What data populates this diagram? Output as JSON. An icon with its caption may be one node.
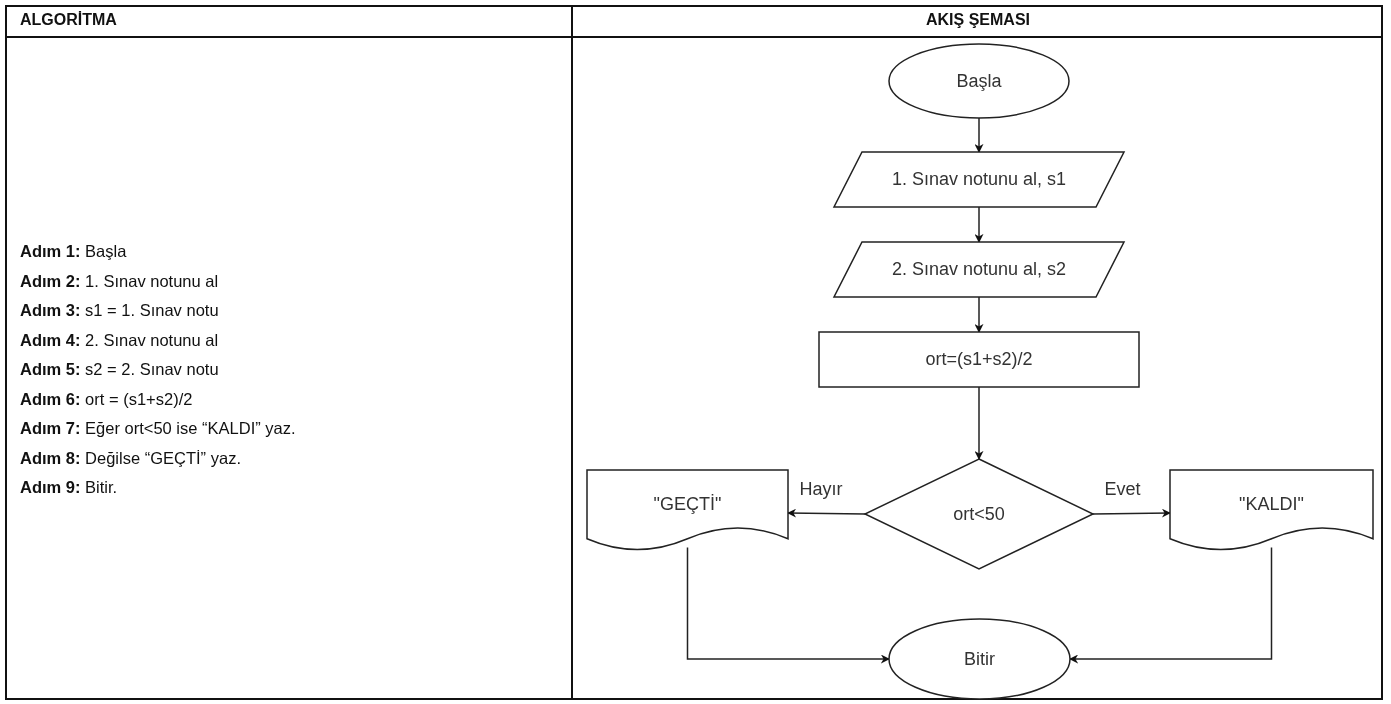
{
  "diagram": {
    "nodes": [
      {
        "text": [
          "Başla"
        ]
      },
      {
        "text": [
          "1. Sınav notunu al, s1"
        ]
      },
      {
        "text": [
          "2. Sınav notunu al, s2"
        ]
      },
      {
        "text": [
          "ort=(s1+s2)/2"
        ]
      },
      {
        "text": [
          "ort<50"
        ]
      },
      {
        "text": [
          "\"GEÇTİ\""
        ]
      },
      {
        "text": [
          "\"KALDI\""
        ]
      },
      {
        "text": [
          "Bitir"
        ]
      }
    ],
    "edges": [
      {
        "from": 0,
        "to": 1,
        "arrow": "to"
      },
      {
        "from": 1,
        "to": 2,
        "arrow": "to"
      },
      {
        "from": 2,
        "to": 3,
        "arrow": "to"
      },
      {
        "from": 3,
        "to": 4,
        "arrow": "to"
      },
      {
        "from": 4,
        "to": 5,
        "arrow": "to",
        "label": "Hayır"
      },
      {
        "from": 4,
        "to": 6,
        "arrow": "to",
        "label": "Evet"
      },
      {
        "from": 5,
        "to": 7,
        "arrow": "to"
      },
      {
        "from": 6,
        "to": 7,
        "arrow": "to"
      }
    ],
    "labels": [
      "ALGORİTMA",
      "AKIŞ ŞEMASI",
      "**Adım 1:** Başla",
      "**Adım 2:** 1. Sınav notunu al",
      "**Adım 3:** s1 = 1. Sınav notu",
      "**Adım 4:** 2. Sınav notunu al",
      "**Adım 5:** s2 = 2. Sınav notu",
      "**Adım 6:** ort = (s1+s2)/2",
      "**Adım 7:** Eğer ort<50 ise “KALDI” yaz.",
      "**Adım 8:** Değilse “GEÇTİ” yaz.",
      "**Adım 9:** Bitir."
    ]
  }
}
